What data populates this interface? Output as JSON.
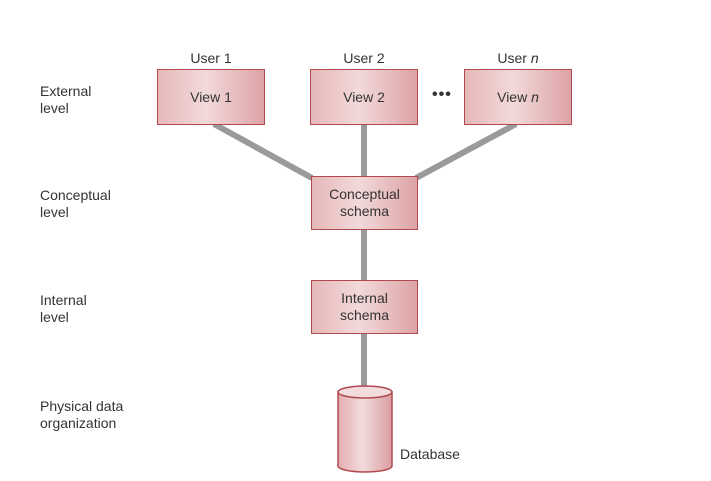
{
  "levels": {
    "external": "External\nlevel",
    "conceptual": "Conceptual\nlevel",
    "internal": "Internal\nlevel",
    "physical": "Physical data\norganization"
  },
  "users": {
    "user1": "User 1",
    "user2": "User 2",
    "usern_prefix": "User ",
    "usern_var": "n"
  },
  "views": {
    "view1": "View 1",
    "view2": "View 2",
    "viewn_prefix": "View ",
    "viewn_var": "n"
  },
  "ellipsis": "•••",
  "conceptual_schema": "Conceptual\nschema",
  "internal_schema": "Internal\nschema",
  "database": "Database",
  "colors": {
    "box_border": "#b04a50",
    "box_fill_light": "#f2d9d9",
    "box_fill_dark": "#dda3a6",
    "connector": "#9a9a9a"
  }
}
